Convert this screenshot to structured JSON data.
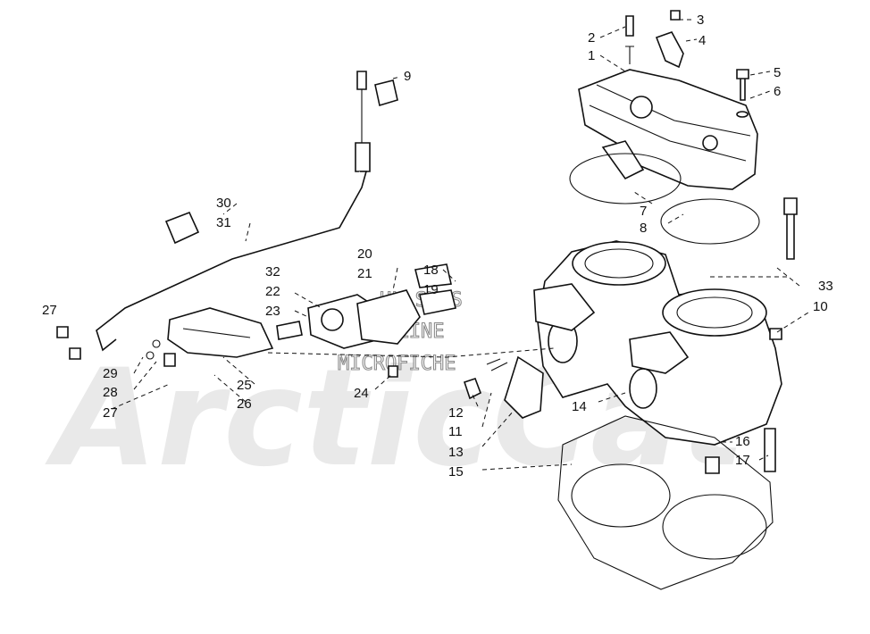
{
  "watermark": {
    "brand": "ArcticCat",
    "line1": "HL-SM'S",
    "line2": "ONLINE",
    "line3": "MICROFICHE"
  },
  "callouts": [
    {
      "label": "1"
    },
    {
      "label": "2"
    },
    {
      "label": "3"
    },
    {
      "label": "4"
    },
    {
      "label": "5"
    },
    {
      "label": "6"
    },
    {
      "label": "7"
    },
    {
      "label": "8"
    },
    {
      "label": "9"
    },
    {
      "label": "10"
    },
    {
      "label": "11"
    },
    {
      "label": "12"
    },
    {
      "label": "13"
    },
    {
      "label": "14"
    },
    {
      "label": "15"
    },
    {
      "label": "16"
    },
    {
      "label": "17"
    },
    {
      "label": "18"
    },
    {
      "label": "19"
    },
    {
      "label": "20"
    },
    {
      "label": "21"
    },
    {
      "label": "22"
    },
    {
      "label": "23"
    },
    {
      "label": "24"
    },
    {
      "label": "25"
    },
    {
      "label": "26"
    },
    {
      "label": "27"
    },
    {
      "label": "27"
    },
    {
      "label": "28"
    },
    {
      "label": "29"
    },
    {
      "label": "30"
    },
    {
      "label": "31"
    },
    {
      "label": "32"
    },
    {
      "label": "33"
    }
  ]
}
